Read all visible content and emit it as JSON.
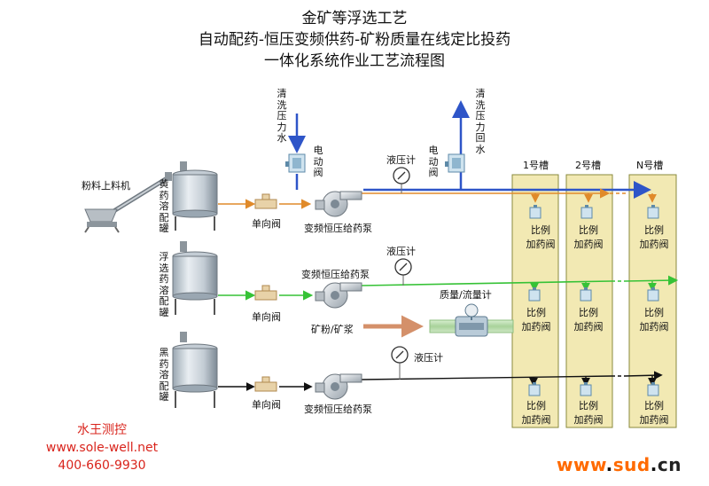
{
  "title": {
    "line1": "金矿等浮选工艺",
    "line2": "自动配药-恒压变频供药-矿粉质量在线定比投药",
    "line3": "一体化系统作业工艺流程图"
  },
  "labels": {
    "feeder": "粉料上料机",
    "tank1": "黄药溶配罐",
    "tank2": "浮选药溶配罐",
    "tank3": "黑药溶配罐",
    "check_valve": "单向阀",
    "pump": "变频恒压给药泵",
    "pressure_gauge": "液压计",
    "wash_water_in": "清洗压力水",
    "wash_water_return": "清洗压力回水",
    "electric_valve": "电动阀",
    "flow_meter": "质量/流量计",
    "slurry": "矿粉/矿浆",
    "ratio_valve_line1": "比例",
    "ratio_valve_line2": "加药阀"
  },
  "tanks": [
    "1号槽",
    "2号槽",
    "N号槽"
  ],
  "company": {
    "name": "水王测控",
    "website": "www.sole-well.net",
    "phone": "400-660-9930"
  },
  "watermark": {
    "pre": "www",
    "dot1": ".",
    "name": "sud",
    "dot2": ".",
    "tld": "cn"
  },
  "colors": {
    "water_line": "#2e55c8",
    "line1": "#e08a2a",
    "line2": "#36c236",
    "line3": "#111111",
    "slurry": "#d4906a",
    "tank_fill": "#f2e9b3",
    "tank_border": "#8a8a3c",
    "pipe": "#b8dcae"
  }
}
